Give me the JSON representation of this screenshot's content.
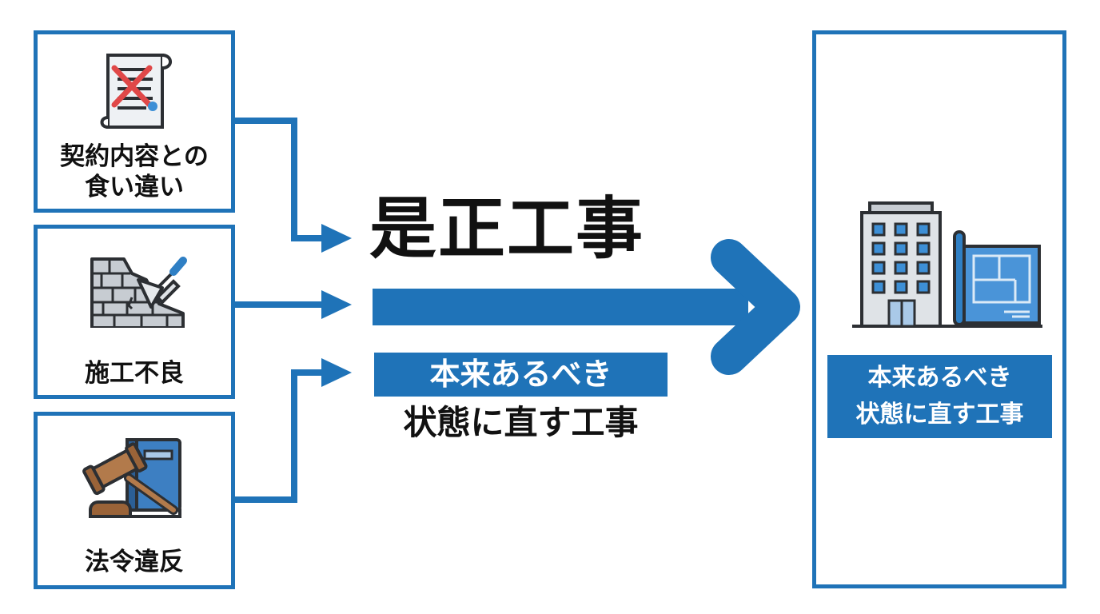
{
  "causes": [
    {
      "line1": "契約内容との",
      "line2": "食い違い"
    },
    {
      "line1": "施工不良"
    },
    {
      "line1": "法令違反"
    }
  ],
  "main": {
    "title": "是正工事",
    "definition_line1": "本来あるべき",
    "definition_line2": "状態に直す工事"
  },
  "result": {
    "label_line1": "本来あるべき",
    "label_line2": "状態に直す工事"
  },
  "colors": {
    "accent": "#1f73b8",
    "text": "#111111"
  },
  "icons": {
    "cause1": "crossed-contract-icon",
    "cause2": "damaged-wall-trowel-icon",
    "cause3": "gavel-lawbook-icon",
    "result": "building-blueprint-icon"
  }
}
